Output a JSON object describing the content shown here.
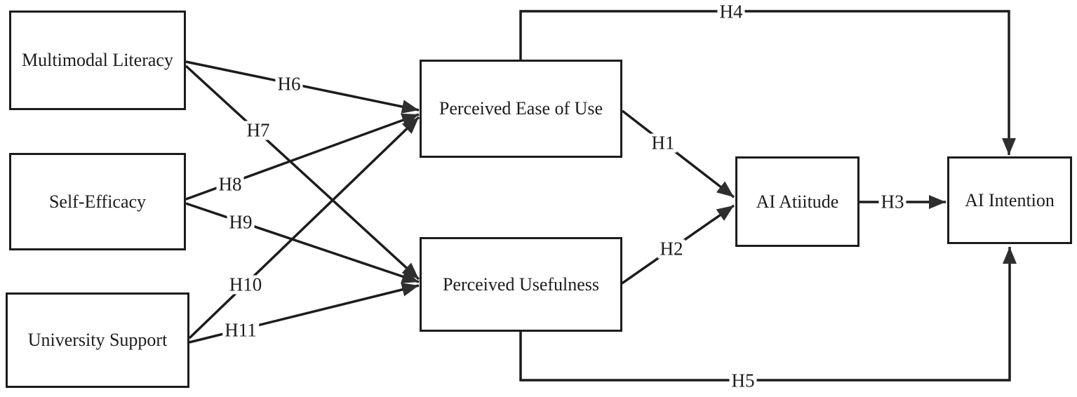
{
  "diagram": {
    "description": "Hypothesized research model (TAM-style path diagram)",
    "colors": {
      "line": "#1c1c1c",
      "arrowhead": "#2e2e2e",
      "box_border": "#1c1c1c",
      "box_fill": "#ffffff",
      "background": "#ffffff"
    },
    "nodes": [
      {
        "id": "ml",
        "label": "Multimodal Literacy"
      },
      {
        "id": "se",
        "label": "Self-Efficacy"
      },
      {
        "id": "us",
        "label": "University Support"
      },
      {
        "id": "peou",
        "label": "Perceived Ease of Use"
      },
      {
        "id": "pu",
        "label": "Perceived Usefulness"
      },
      {
        "id": "att",
        "label": "AI Atiitude"
      },
      {
        "id": "int",
        "label": "AI Intention"
      }
    ],
    "edges": [
      {
        "label": "H1",
        "from": "Perceived Ease of Use",
        "to": "AI Atiitude"
      },
      {
        "label": "H2",
        "from": "Perceived Usefulness",
        "to": "AI Atiitude"
      },
      {
        "label": "H3",
        "from": "AI Atiitude",
        "to": "AI Intention"
      },
      {
        "label": "H4",
        "from": "Perceived Ease of Use",
        "to": "AI Intention"
      },
      {
        "label": "H5",
        "from": "Perceived Usefulness",
        "to": "AI Intention"
      },
      {
        "label": "H6",
        "from": "Multimodal Literacy",
        "to": "Perceived Ease of Use"
      },
      {
        "label": "H7",
        "from": "Multimodal Literacy",
        "to": "Perceived Usefulness"
      },
      {
        "label": "H8",
        "from": "Self-Efficacy",
        "to": "Perceived Ease of Use"
      },
      {
        "label": "H9",
        "from": "Self-Efficacy",
        "to": "Perceived Usefulness"
      },
      {
        "label": "H10",
        "from": "University Support",
        "to": "Perceived Ease of Use"
      },
      {
        "label": "H11",
        "from": "University Support",
        "to": "Perceived Usefulness"
      }
    ]
  }
}
